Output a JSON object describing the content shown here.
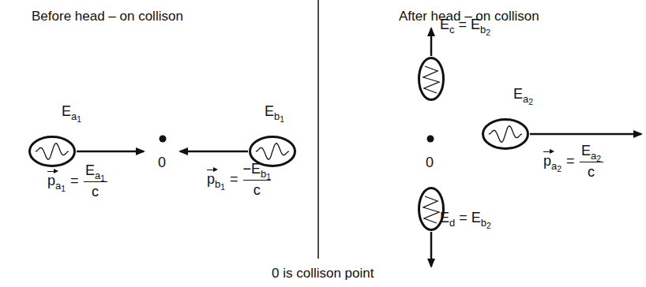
{
  "diagram": {
    "caption": "0 is collison point",
    "nodes": [
      {
        "text": [
          "Ea1"
        ]
      },
      {
        "text": [
          "Eb1"
        ]
      },
      {
        "text": [
          "Ec = Eb2"
        ]
      },
      {
        "text": [
          "Ea2"
        ]
      },
      {
        "text": [
          "Ed = Eb2"
        ]
      }
    ],
    "labels": [
      "Before head – on collison",
      "After head – on collison",
      "0",
      "pa1",
      "=",
      "Ea1",
      "c",
      "pb1",
      "=",
      "−Eb1",
      "c",
      "0",
      "pa2",
      "=",
      "Ea2",
      "c"
    ]
  }
}
